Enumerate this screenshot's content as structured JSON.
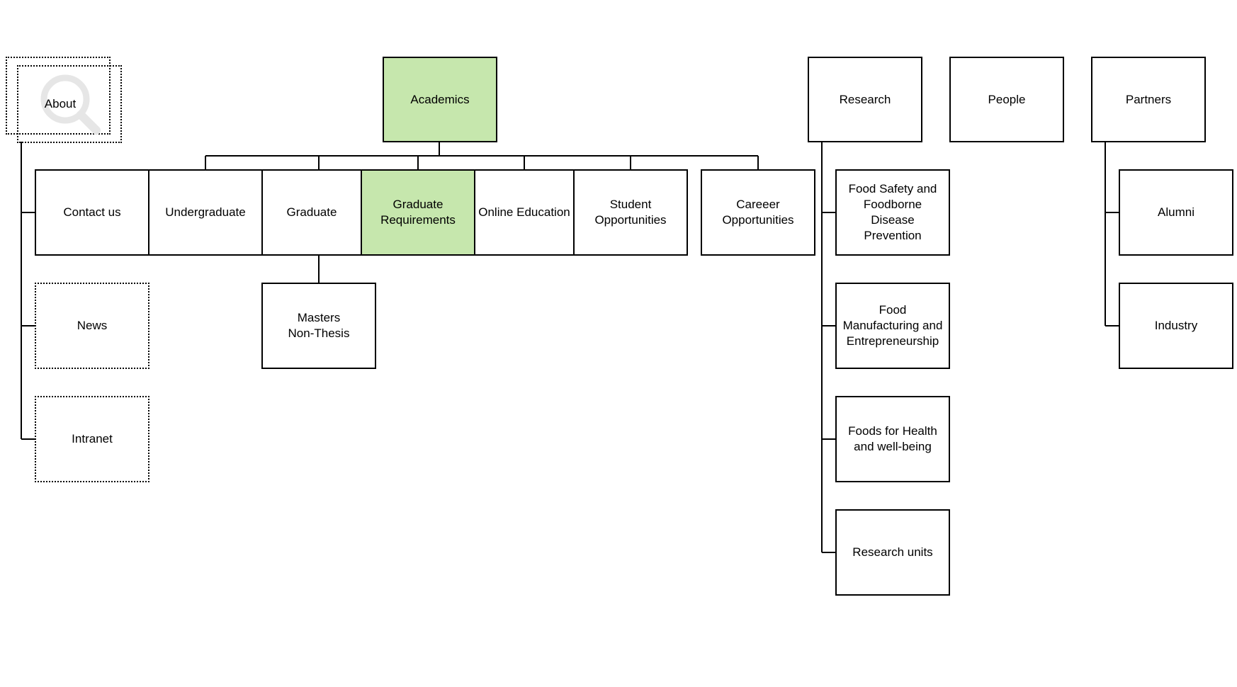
{
  "sitemap": {
    "about": "About",
    "academics": "Academics",
    "research": "Research",
    "people": "People",
    "partners": "Partners",
    "about_children": [
      "Contact us",
      "News",
      "Intranet"
    ],
    "academics_children": [
      "Undergraduate",
      "Graduate",
      "Graduate Requirements",
      "Online Education",
      "Student Opportunities",
      "Careeer Opportunities"
    ],
    "graduate_children": [
      "Masters Non-Thesis"
    ],
    "research_children": [
      "Food Safety and Foodborne Disease Prevention",
      "Food Manufacturing and Entrepreneurship",
      "Foods for Health and well-being",
      "Research units"
    ],
    "partners_children": [
      "Alumni",
      "Industry"
    ]
  },
  "colors": {
    "highlight": "#c6e7ad",
    "stroke": "#000000",
    "background": "#ffffff",
    "icon_watermark": "#e6e6e6"
  },
  "icons": {
    "about_watermark": "magnifier-icon"
  }
}
